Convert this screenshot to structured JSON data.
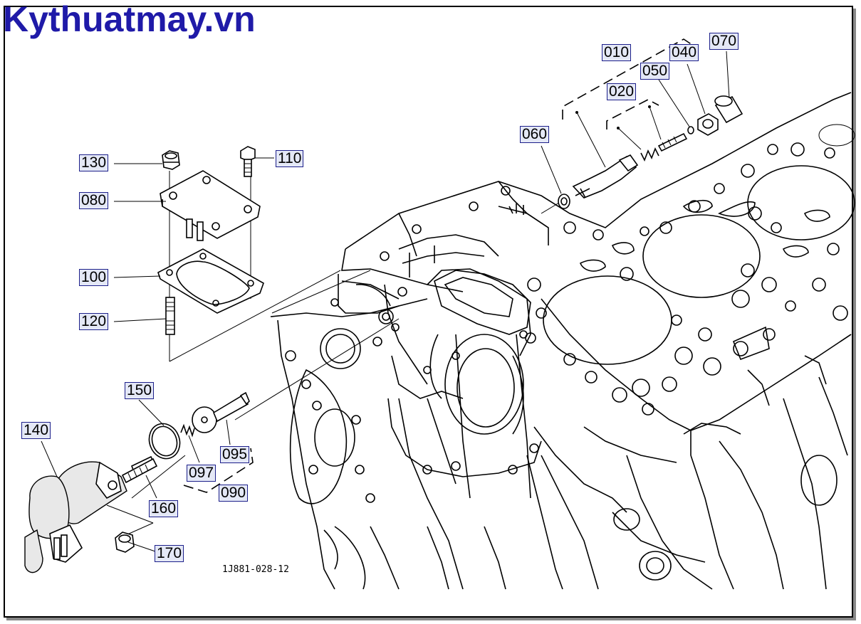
{
  "watermark": "Kythuatmay.vn",
  "drawing_code": "1J881-028-12",
  "parts": {
    "p010": "010",
    "p020": "020",
    "p040": "040",
    "p050": "050",
    "p060": "060",
    "p070": "070",
    "p080": "080",
    "p090": "090",
    "p095": "095",
    "p097": "097",
    "p100": "100",
    "p110": "110",
    "p120": "120",
    "p130": "130",
    "p140": "140",
    "p150": "150",
    "p160": "160",
    "p170": "170"
  },
  "colors": {
    "watermark": "#1f1aa8",
    "label_bg": "#e4e8f6",
    "label_border": "#1c1f8a"
  }
}
